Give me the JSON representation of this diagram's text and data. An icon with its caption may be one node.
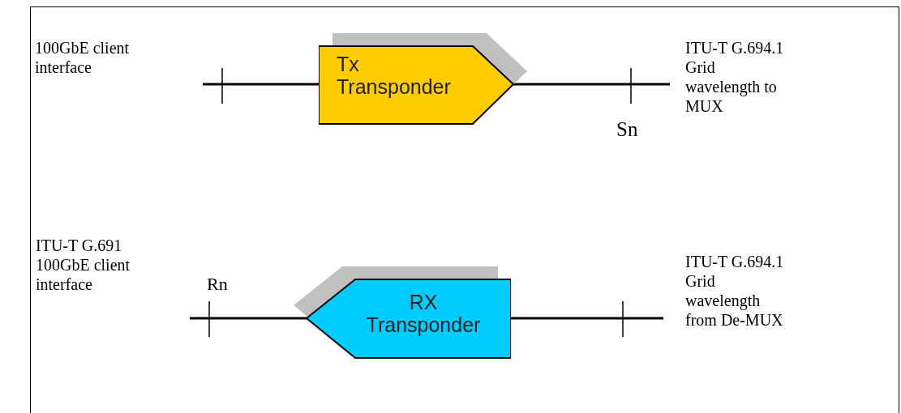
{
  "diagram": {
    "nodes": [
      {
        "text": [
          "Tx Transponder"
        ]
      },
      {
        "text": [
          "RX Transponder"
        ]
      }
    ],
    "edges": [
      {
        "from": null,
        "to": 0,
        "arrow": "none"
      },
      {
        "from": 0,
        "to": null,
        "arrow": "none"
      },
      {
        "from": 1,
        "to": null,
        "arrow": "none"
      },
      {
        "from": null,
        "to": 1,
        "arrow": "none"
      }
    ],
    "labels": [
      "100GbE client interface",
      "ITU-T G.694.1 Grid wavelength to MUX",
      "Sn",
      "ITU-T G.691 100GbE client interface",
      "Rn",
      "ITU-T G.694.1 Grid wavelength from De-MUX"
    ]
  }
}
